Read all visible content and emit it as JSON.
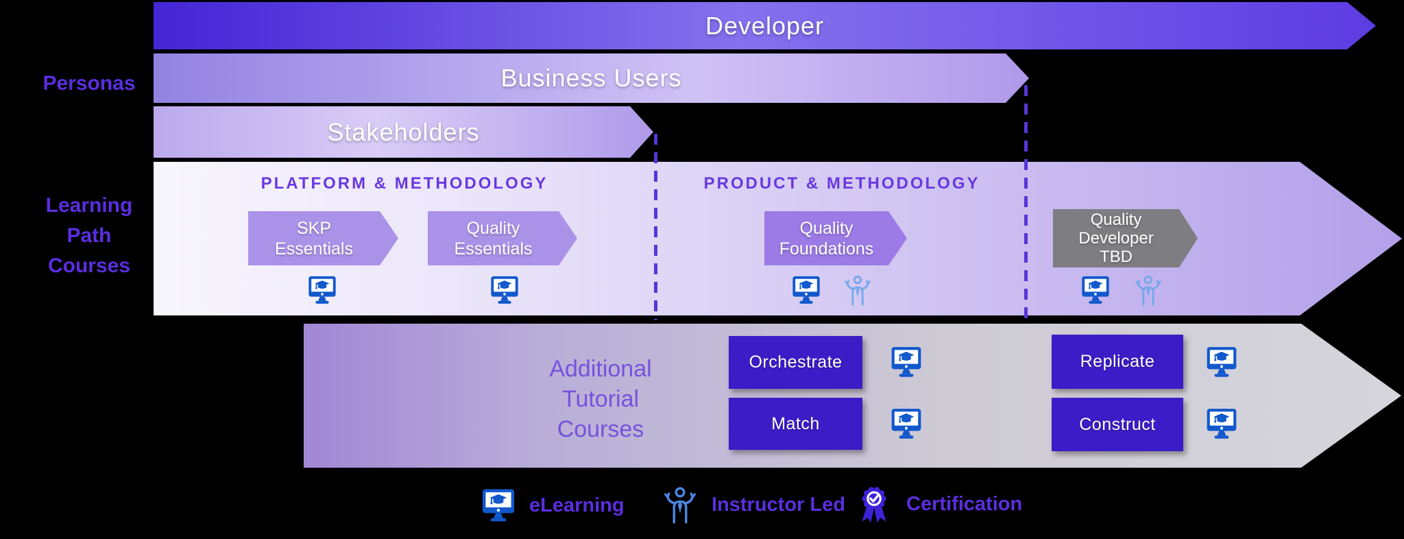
{
  "labels": {
    "personas": "Personas",
    "learning_path": "Learning\nPath\nCourses"
  },
  "personas_bands": [
    {
      "label": "Developer"
    },
    {
      "label": "Business Users"
    },
    {
      "label": "Stakeholders"
    }
  ],
  "learning_path_band": {
    "sections": [
      {
        "heading": "PLATFORM & METHODOLOGY",
        "courses": [
          {
            "title": "SKP\nEssentials",
            "icons": [
              "elearning"
            ]
          },
          {
            "title": "Quality\nEssentials",
            "icons": [
              "elearning"
            ]
          }
        ]
      },
      {
        "heading": "PRODUCT & METHODOLOGY",
        "courses": [
          {
            "title": "Quality\nFoundations",
            "icons": [
              "elearning",
              "instructor-led"
            ]
          }
        ]
      },
      {
        "heading": "",
        "courses": [
          {
            "title": "Quality\nDeveloper\nTBD",
            "icons": [
              "elearning",
              "instructor-led"
            ]
          }
        ]
      }
    ]
  },
  "additional_tutorials": {
    "label": "Additional\nTutorial\nCourses",
    "courses": [
      {
        "title": "Orchestrate",
        "icons": [
          "elearning"
        ]
      },
      {
        "title": "Match",
        "icons": [
          "elearning"
        ]
      },
      {
        "title": "Replicate",
        "icons": [
          "elearning"
        ]
      },
      {
        "title": "Construct",
        "icons": [
          "elearning"
        ]
      }
    ]
  },
  "legend": {
    "items": [
      {
        "icon": "elearning-icon",
        "label": "eLearning"
      },
      {
        "icon": "instructor-led-icon",
        "label": "Instructor Led"
      },
      {
        "icon": "certification-icon",
        "label": "Certification"
      }
    ]
  },
  "colors": {
    "dev-a": "#4425d5",
    "dev-b": "#8571ee",
    "dev-c": "#5c3ce2",
    "bus-a": "#9383e2",
    "bus-b": "#cfc2f5",
    "bus-c": "#af99ea",
    "stk-a": "#bca9ec",
    "stk-b": "#d8cdf6",
    "stk-c": "#b09aea",
    "lp-a": "#f8f6fd",
    "lp-c": "#b3a0ea",
    "bot-a": "#a287d6",
    "bot-d": "#d6d5dc",
    "chev-light": "#ab92e9",
    "chev-mid": "#9c7be6",
    "chev-gray": "#7d7d82",
    "btn": "#3a1dc6",
    "heading": "#6838e0",
    "side-label": "#5a2ee0",
    "additional": "#7453dc",
    "dash": "#5636d6",
    "icon-blue": "#1158cc",
    "icon-lightblue": "#76a7ec",
    "icon-midblue": "#4a86e0",
    "cert": "#3e22d8"
  }
}
